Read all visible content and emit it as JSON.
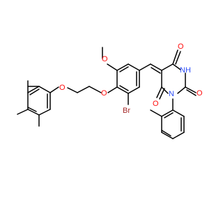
{
  "colors": {
    "bond": "#000000",
    "oxygen": "#ff0d0d",
    "nitrogen": "#3050f8",
    "bromine": "#a62929",
    "carbon_label": "#000000"
  },
  "atom_labels": {
    "o_ether_left": "O",
    "o_ether_right": "O",
    "o_methoxy": "O",
    "o_top": "O",
    "o_right": "O",
    "o_bottom": "O",
    "nh": "NH",
    "n": "N",
    "br": "Br"
  }
}
